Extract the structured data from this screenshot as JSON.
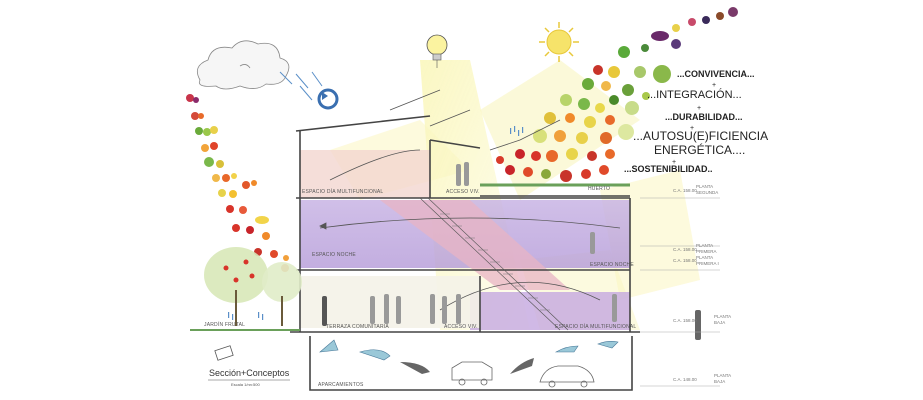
{
  "title": "Sección+Conceptos",
  "scale": "Escala 1/nn:500",
  "concepts": [
    "...CONVIVENCIA...",
    "...INTEGRACIÓN...",
    "...DURABILIDAD...",
    "...AUTOSU(E)FICIENCIA",
    "ENERGÉTICA....",
    "...SOSTENIBILIDAD.."
  ],
  "plus": "+",
  "spaces": {
    "upper_living": "ESPACIO DÍA MULTIFUNCIONAL",
    "upper_access": "ACCESO VIV.",
    "upper_garden": "HUERTO",
    "mid_left": "ESPACIO NOCHE",
    "mid_right": "ESPACIO NOCHE",
    "low_terrace": "TERRAZA COMUNITARIA",
    "low_access": "ACCESO VIV.",
    "low_living": "ESPACIO DÍA MULTIFUNCIONAL",
    "orchard": "JARDÍN FRUTAL",
    "parking": "APARCAMIENTOS"
  },
  "levels": [
    {
      "ca": "C.A. 158.00",
      "name": "PLANTA",
      "name2": "SEGUNDA"
    },
    {
      "ca": "C.A. 158.00",
      "name": "PLANTA",
      "name2": "PRIMERA"
    },
    {
      "ca": "C.A. 158.00",
      "name": "PLANTA",
      "name2": "PRIMERA I"
    },
    {
      "ca": "C.A. 158.00",
      "name": "PLANTA",
      "name2": "BAJA"
    },
    {
      "ca": "C.A. 148.00",
      "name": "PLANTA",
      "name2": "BAJA"
    }
  ],
  "colors": {
    "purple": "#b8a0d8",
    "pink": "#efc8c8",
    "yellow": "#f4f0a0",
    "green_roof": "#6aa05a",
    "structure": "#444444",
    "water": "#5a8fc8"
  }
}
